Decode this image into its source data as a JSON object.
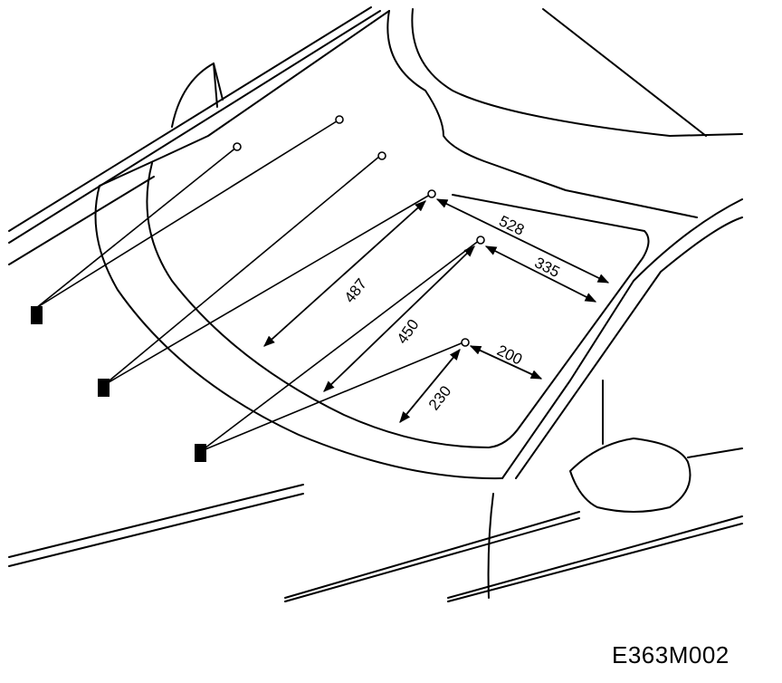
{
  "figure_code": "E363M002",
  "dimensions": {
    "d528": "528",
    "d335": "335",
    "d487": "487",
    "d450": "450",
    "d200": "200",
    "d230": "230"
  }
}
